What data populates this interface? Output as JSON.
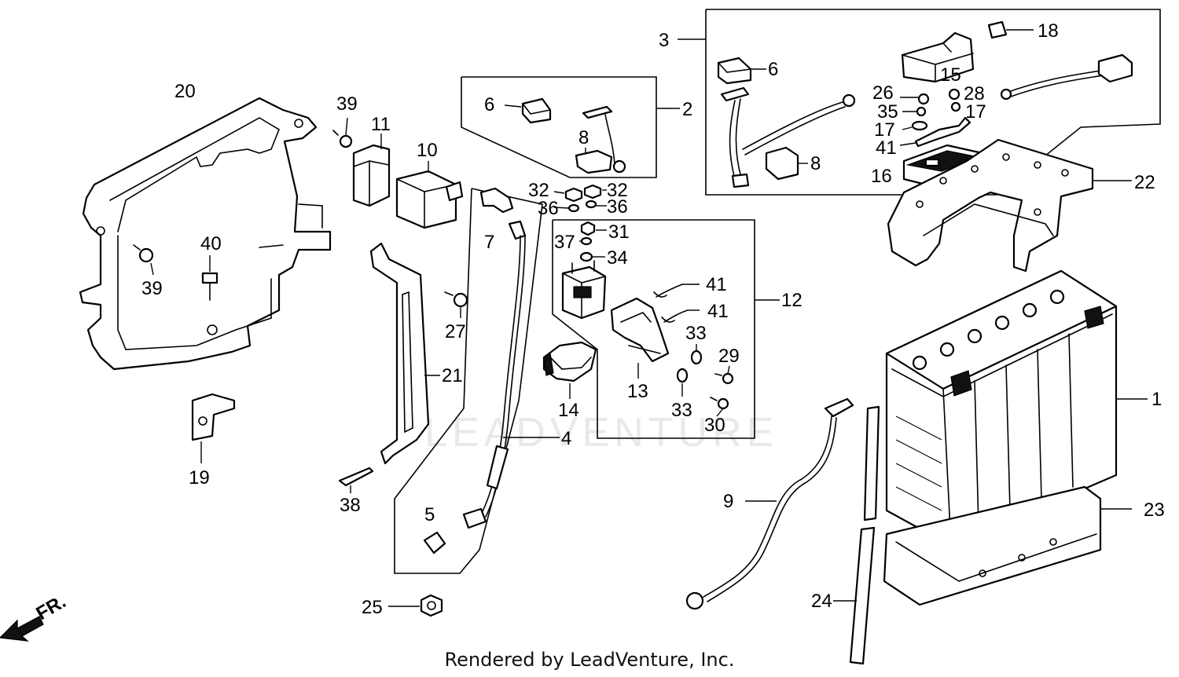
{
  "diagram": {
    "credit": "Rendered by LeadVenture, Inc.",
    "watermark": "LEADVENTURE",
    "direction_label": "FR.",
    "callouts": [
      "1",
      "2",
      "3",
      "4",
      "5",
      "6",
      "6",
      "7",
      "8",
      "8",
      "9",
      "10",
      "11",
      "12",
      "13",
      "14",
      "15",
      "16",
      "17",
      "17",
      "18",
      "19",
      "20",
      "21",
      "22",
      "23",
      "24",
      "25",
      "26",
      "27",
      "28",
      "29",
      "30",
      "31",
      "32",
      "32",
      "33",
      "33",
      "34",
      "35",
      "36",
      "36",
      "37",
      "38",
      "39",
      "39",
      "40",
      "41",
      "41",
      "41"
    ]
  }
}
